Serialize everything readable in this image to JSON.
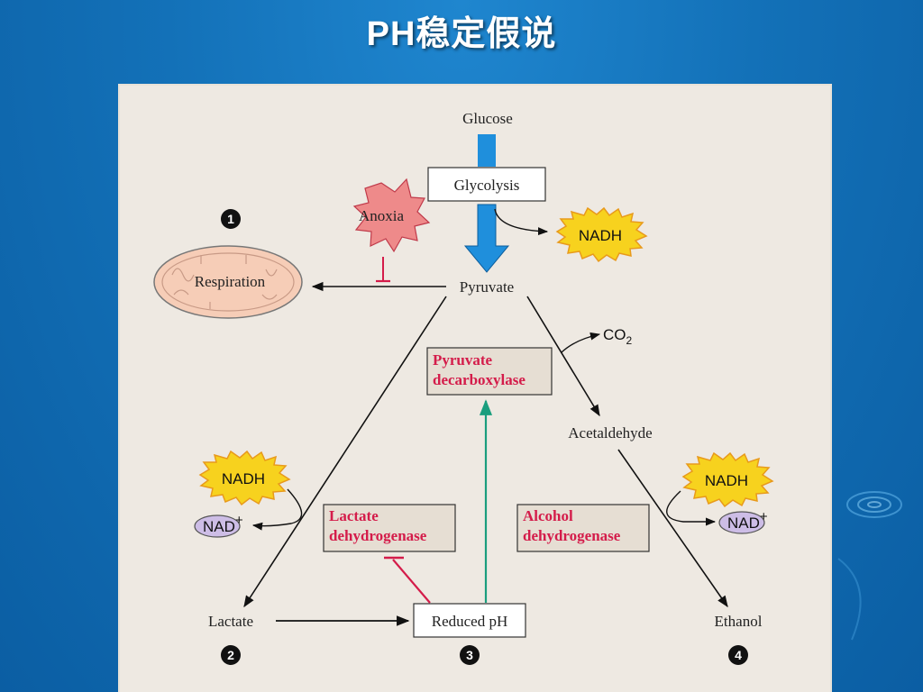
{
  "page": {
    "title": "PH稳定假说"
  },
  "diagram": {
    "glucose": "Glucose",
    "glycolysis": "Glycolysis",
    "anoxia": "Anoxia",
    "respiration": "Respiration",
    "pyruvate": "Pyruvate",
    "nadh_top": "NADH",
    "co2": "CO",
    "co2_sub": "2",
    "pyruvate_decarboxylase": [
      "Pyruvate",
      "decarboxylase"
    ],
    "acetaldehyde": "Acetaldehyde",
    "nadh_left": "NADH",
    "nad_left": "NAD",
    "nad_left_sup": "+",
    "lactate_dehydrogenase": [
      "Lactate",
      "dehydrogenase"
    ],
    "alcohol_dehydrogenase": [
      "Alcohol",
      "dehydrogenase"
    ],
    "nadh_right": "NADH",
    "nad_right": "NAD",
    "nad_right_sup": "+",
    "lactate": "Lactate",
    "reduced_ph": "Reduced pH",
    "ethanol": "Ethanol",
    "markers": [
      "1",
      "2",
      "3",
      "4"
    ]
  },
  "colors": {
    "background": "#1371b8",
    "panel": "#eee9e2",
    "arrow_blue": "#1f8fdc",
    "enzyme_red": "#d41c4a",
    "green_arrow": "#1a9e7e",
    "nadh_fill": "#f7d21e",
    "nad_fill": "#cdbde6",
    "anoxia_fill": "#ee8a8a",
    "mito_fill": "#f6cdb7"
  }
}
